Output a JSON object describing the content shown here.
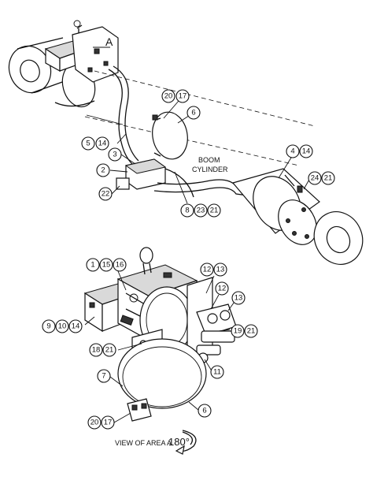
{
  "area_label": "A",
  "cylinder_label": [
    "BOOM",
    "CYLINDER"
  ],
  "view_label_text": "VIEW OF AREA A",
  "view_label_angle": "180°",
  "callouts_top": [
    "20",
    "17",
    "6",
    "5",
    "14",
    "3",
    "2",
    "22",
    "8",
    "23",
    "21",
    "4",
    "14",
    "24",
    "21"
  ],
  "callouts_bottom": [
    "1",
    "15",
    "16",
    "12",
    "13",
    "12",
    "13",
    "9",
    "10",
    "14",
    "19",
    "21",
    "18",
    "21",
    "11",
    "7",
    "6",
    "20",
    "17"
  ]
}
